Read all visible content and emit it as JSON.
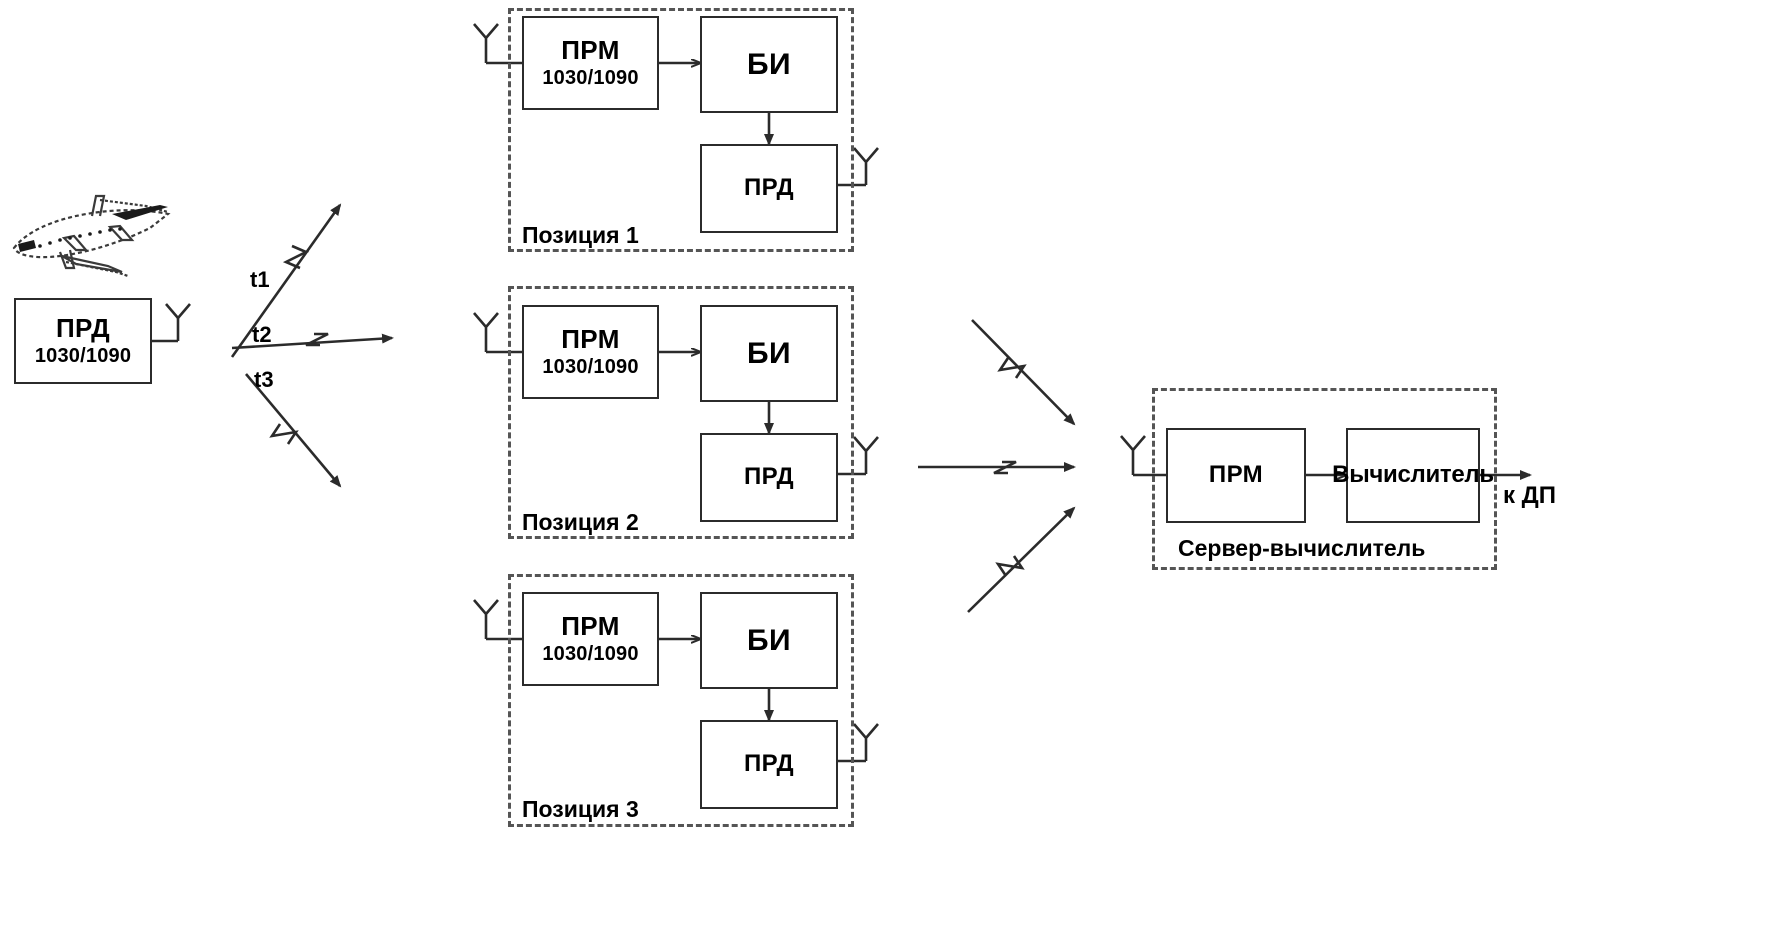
{
  "diagram": {
    "title": "Multilateration system block diagram",
    "aircraft_icon": "airplane-icon"
  },
  "source": {
    "transmitter": {
      "line1": "ПРД",
      "line2": "1030/1090"
    },
    "antenna_icon": "antenna-icon"
  },
  "signals": [
    {
      "id": "t1",
      "label": "t1"
    },
    {
      "id": "t2",
      "label": "t2"
    },
    {
      "id": "t3",
      "label": "t3"
    }
  ],
  "positions": [
    {
      "caption": "Позиция 1",
      "receiver": {
        "line1": "ПРМ",
        "line2": "1030/1090"
      },
      "processor": {
        "line1": "БИ"
      },
      "transmitter": {
        "line1": "ПРД"
      },
      "rx_antenna_icon": "antenna-icon",
      "tx_antenna_icon": "antenna-icon"
    },
    {
      "caption": "Позиция 2",
      "receiver": {
        "line1": "ПРМ",
        "line2": "1030/1090"
      },
      "processor": {
        "line1": "БИ"
      },
      "transmitter": {
        "line1": "ПРД"
      },
      "rx_antenna_icon": "antenna-icon",
      "tx_antenna_icon": "antenna-icon"
    },
    {
      "caption": "Позиция 3",
      "receiver": {
        "line1": "ПРМ",
        "line2": "1030/1090"
      },
      "processor": {
        "line1": "БИ"
      },
      "transmitter": {
        "line1": "ПРД"
      },
      "rx_antenna_icon": "antenna-icon",
      "tx_antenna_icon": "antenna-icon"
    }
  ],
  "server": {
    "caption": "Сервер-вычислитель",
    "receiver": {
      "line1": "ПРМ"
    },
    "computer": {
      "line1": "Вычислитель"
    },
    "antenna_icon": "antenna-icon",
    "output_label": "к ДП"
  },
  "colors": {
    "stroke": "#2b2b2b",
    "dashed": "#555555",
    "background": "#ffffff"
  }
}
